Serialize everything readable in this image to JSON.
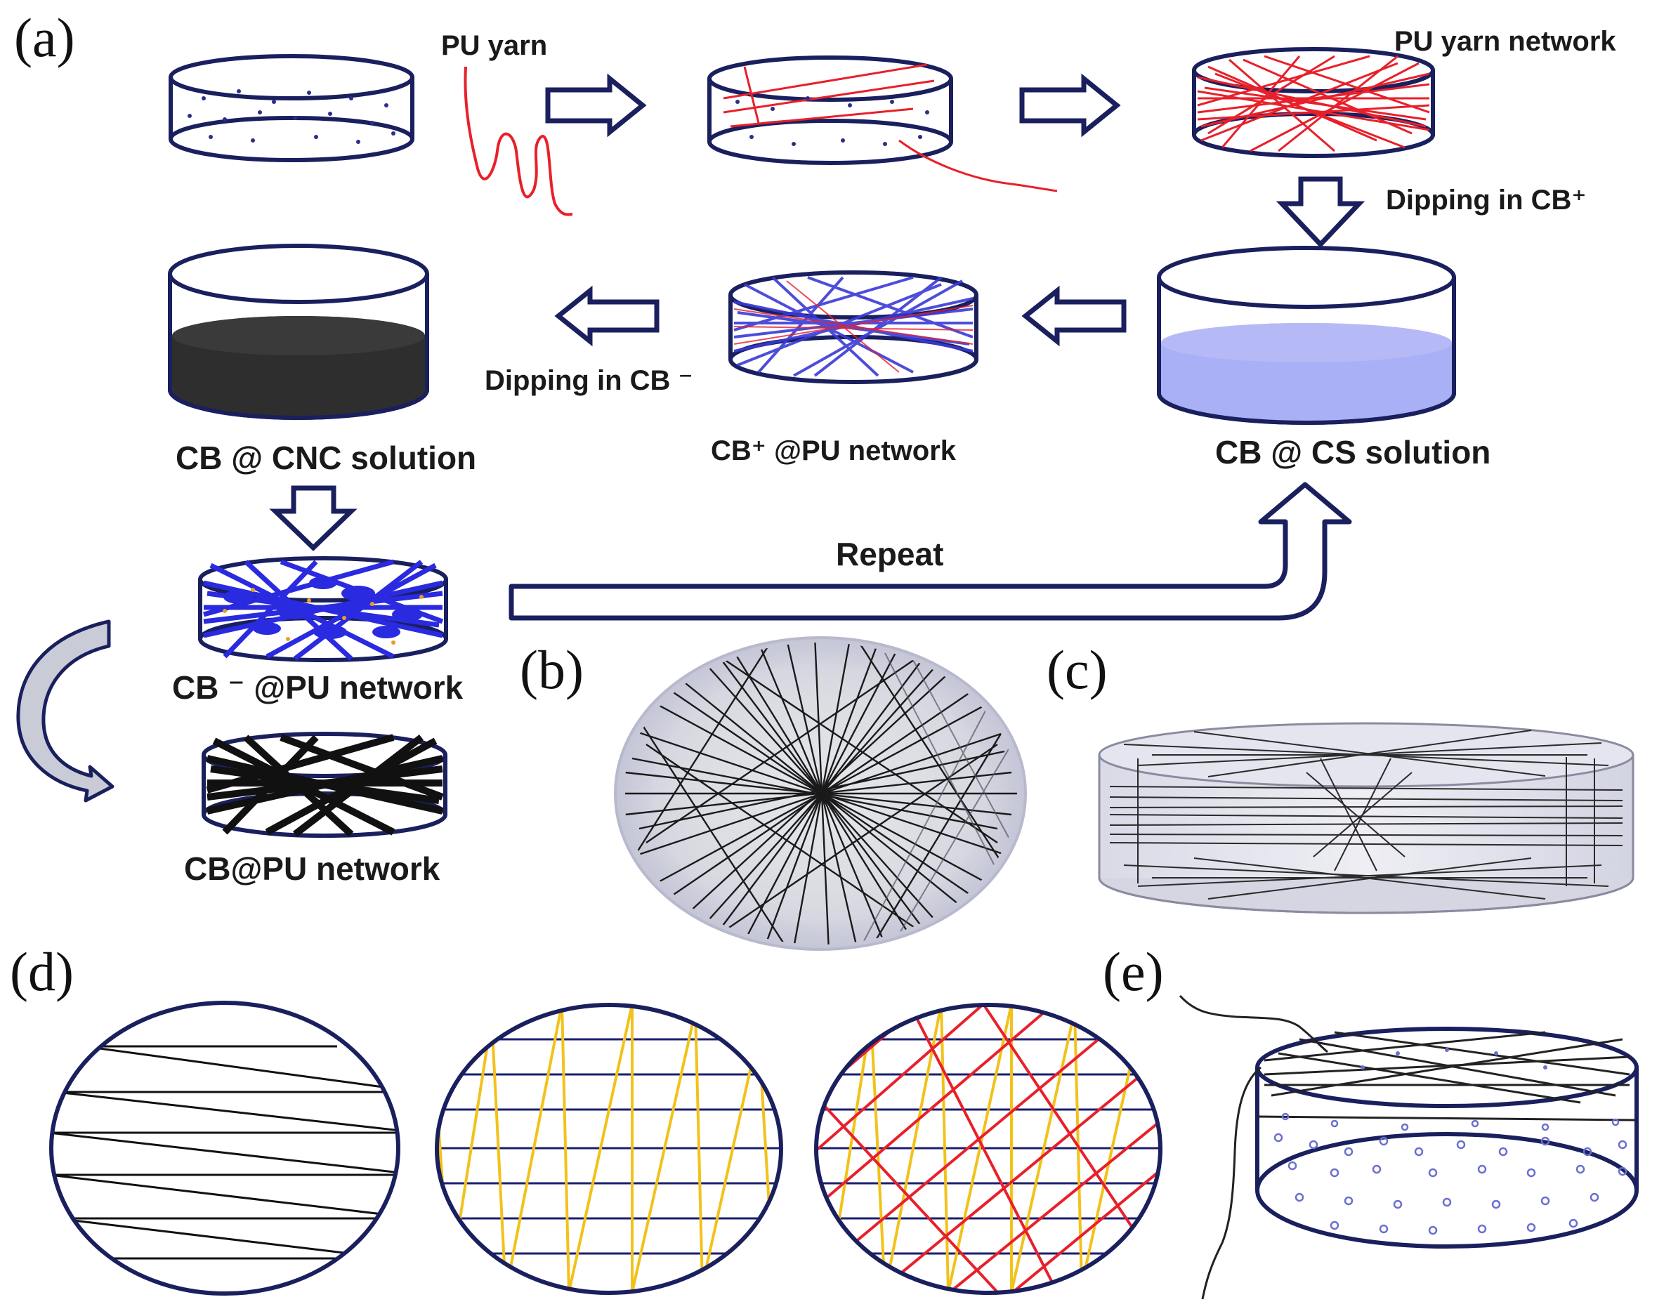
{
  "panels": {
    "a": "(a)",
    "b": "(b)",
    "c": "(c)",
    "d": "(d)",
    "e": "(e)"
  },
  "labels": {
    "pu_yarn": "PU yarn",
    "pu_yarn_network": "PU yarn  network",
    "dipping_cb_plus": "Dipping in CB⁺",
    "dipping_cb_minus": "Dipping in CB ⁻",
    "cb_cnc_solution": "CB @ CNC solution",
    "cb_plus_pu_network": "CB⁺ @PU network",
    "cb_cs_solution": "CB @ CS solution",
    "repeat": "Repeat",
    "cb_minus_pu_network": "CB ⁻ @PU network",
    "cb_pu_network": "CB@PU network"
  },
  "colors": {
    "outline": "#1a1f5e",
    "yarn_red": "#e8202a",
    "yarn_yellow": "#f2c21b",
    "cs_solution": "#aab0f5",
    "cnc_solution": "#2e2e2e",
    "cb_blue": "#2a2ae0",
    "arrow_fill": "#ffffff",
    "curved_arrow_fill": "#c9ccd6"
  }
}
